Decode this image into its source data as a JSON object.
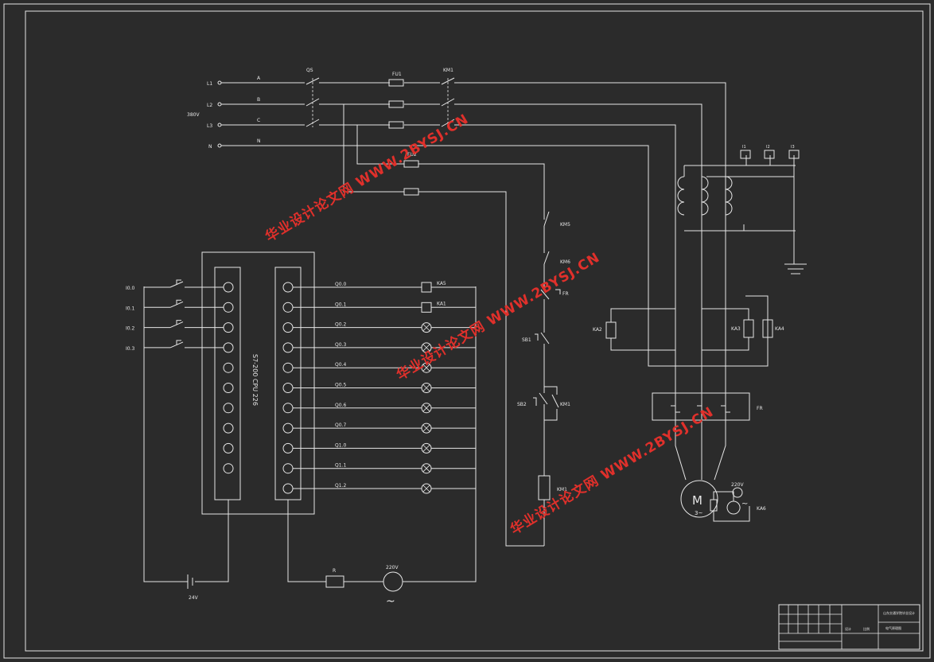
{
  "supply": {
    "terminals": [
      "L1",
      "L2",
      "L3",
      "N"
    ],
    "phases": [
      "A",
      "B",
      "C",
      "N"
    ],
    "voltage": "380V"
  },
  "labels": {
    "qs": "QS",
    "fu1": "FU1",
    "fu2": "FU2",
    "km1": "KM1",
    "km5": "KM5",
    "km6": "KM6",
    "fr_contact": "FR",
    "sb1": "SB1",
    "sb2": "SB2",
    "km1_aux": "KM1",
    "km1_coil": "KM1",
    "ka2": "KA2",
    "ka3": "KA3",
    "ka4": "KA4",
    "fr": "FR",
    "motor_m": "M",
    "motor_3": "3~",
    "v220_motor": "220V",
    "ka6": "KA6",
    "tr_i1": "I1",
    "tr_i2": "I2",
    "tr_i3": "I3",
    "battery_v": "24V",
    "resistor": "R",
    "v220_plc": "220V",
    "ac_symbol": "~"
  },
  "plc": {
    "model": "S7-200 CPU 226",
    "inputs": [
      "I0.0",
      "I0.1",
      "I0.2",
      "I0.3"
    ],
    "outputs": [
      "Q0.0",
      "Q0.1",
      "Q0.2",
      "Q0.3",
      "Q0.4",
      "Q0.5",
      "Q0.6",
      "Q0.7",
      "Q1.0",
      "Q1.1",
      "Q1.2"
    ],
    "output_loads": [
      "KA5",
      "KA1",
      "",
      "",
      "",
      "",
      "",
      "",
      "",
      "",
      ""
    ]
  },
  "watermark": "华业设计论文网 WWW.2BYSJ.CN",
  "title_block": {
    "school": "山东交通学院毕业设计",
    "drawing": "电气原理图",
    "designer": "设计",
    "scale": "比例"
  },
  "colors": {
    "background": "#2b2b2b",
    "line": "#e6e6e6",
    "watermark": "#e0302b"
  }
}
